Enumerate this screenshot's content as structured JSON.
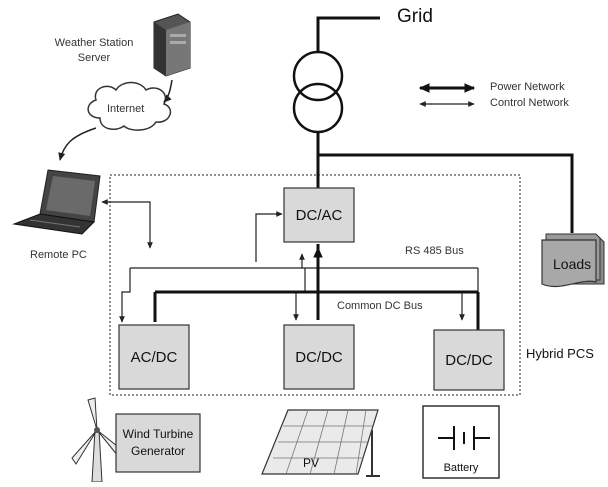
{
  "grid": {
    "label": "Grid"
  },
  "weather_station": {
    "label_line1": "Weather Station",
    "label_line2": "Server"
  },
  "internet": {
    "label": "Internet"
  },
  "remote_pc": {
    "label": "Remote PC"
  },
  "legend": {
    "power_network": "Power Network",
    "control_network": "Control Network"
  },
  "converters": {
    "dc_ac": "DC/AC",
    "ac_dc": "AC/DC",
    "dc_dc_middle": "DC/DC",
    "dc_dc_right": "DC/DC"
  },
  "buses": {
    "rs485": "RS 485 Bus",
    "common_dc": "Common DC Bus"
  },
  "loads": {
    "label": "Loads"
  },
  "hybrid_pcs": {
    "label": "Hybrid PCS"
  },
  "sources": {
    "wind_line1": "Wind Turbine",
    "wind_line2": "Generator",
    "pv": "PV",
    "battery": "Battery"
  },
  "colors": {
    "box_fill": "#d9d9d9",
    "line": "#111111"
  }
}
